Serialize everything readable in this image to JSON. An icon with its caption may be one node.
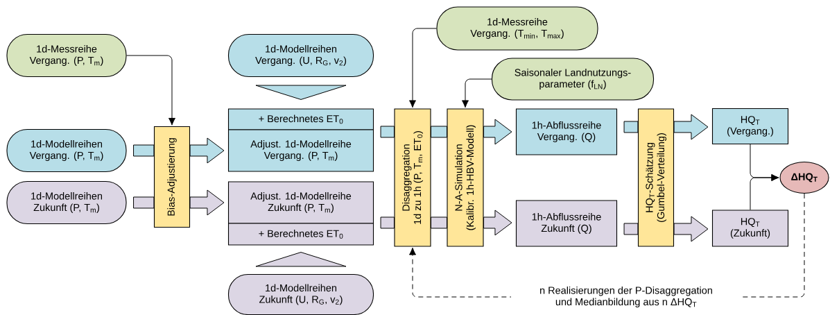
{
  "diagram": {
    "nodes": [
      {
        "text": [
          "1d-Messreihe Vergang. (P, T$_{m}$)"
        ]
      },
      {
        "text": [
          "1d-Modellreihen Vergang. (P, T$_{m}$)"
        ]
      },
      {
        "text": [
          "1d-Modellreihen Zukunft (P, T$_{m}$)"
        ]
      },
      {
        "text": [
          "Bias-Adjustierung"
        ]
      },
      {
        "text": [
          "1d-Modellreihen Vergang. (U, R$_{G}$, v$_{2}$)"
        ]
      },
      {
        "text": [
          "+ Berechnetes ET$_{0}$"
        ]
      },
      {
        "text": [
          "Adjust. 1d-Modellreihe Vergang. (P, T$_{m}$)"
        ]
      },
      {
        "text": [
          "Adjust. 1d-Modellreihe Zukunft (P, T$_{m}$)"
        ]
      },
      {
        "text": [
          "+ Berechnetes ET$_{0}$"
        ]
      },
      {
        "text": [
          "1d-Modellreihen Zukunft (U, R$_{G}$, v$_{2}$)"
        ]
      },
      {
        "text": [
          "1d-Messreihe Vergang. (T$_{min}$, T$_{max}$)"
        ]
      },
      {
        "text": [
          "Saisonaler Landnutzungs- parameter (f$_{LN}$)"
        ]
      },
      {
        "text": [
          "Disaggregation 1d zu 1h (P, T$_{m}$, ET$_{0}$)"
        ]
      },
      {
        "text": [
          "N-A-Simulation (Kalibr. 1h-HBV-Modell)"
        ]
      },
      {
        "text": [
          "1h-Abflussreihe Vergang. (Q)"
        ]
      },
      {
        "text": [
          "1h-Abflussreihe Zukunft (Q)"
        ]
      },
      {
        "text": [
          "HQ$_{T}$-Schätzung (Gumbel-Verteilung)"
        ]
      },
      {
        "text": [
          "HQ$_{T}$ (Vergang.)"
        ]
      },
      {
        "text": [
          "HQ$_{T}$ (Zukunft)"
        ]
      },
      {
        "text": [
          "ΔHQ$_{T}$"
        ]
      }
    ],
    "edges": [
      {
        "from": 0,
        "to": 3,
        "arrow": "to"
      },
      {
        "from": 1,
        "to": 3,
        "arrow": "none",
        "style": "thick",
        "color": "#b7dee8"
      },
      {
        "from": 2,
        "to": 3,
        "arrow": "none",
        "style": "thick",
        "color": "#dcd6e4"
      },
      {
        "from": 3,
        "to": 6,
        "arrow": "to",
        "style": "thick",
        "color": "#b7dee8"
      },
      {
        "from": 3,
        "to": 7,
        "arrow": "to",
        "style": "thick",
        "color": "#dcd6e4"
      },
      {
        "from": 4,
        "to": 5,
        "arrow": "to",
        "style": "thick",
        "color": "#b7dee8"
      },
      {
        "from": 9,
        "to": 8,
        "arrow": "to",
        "style": "thick",
        "color": "#dcd6e4"
      },
      {
        "from": 6,
        "to": 12,
        "arrow": "none",
        "style": "thick",
        "color": "#b7dee8"
      },
      {
        "from": 7,
        "to": 12,
        "arrow": "none",
        "style": "thick",
        "color": "#dcd6e4"
      },
      {
        "from": 10,
        "to": 12,
        "arrow": "to"
      },
      {
        "from": 12,
        "to": 13,
        "arrow": "none",
        "style": "thick",
        "color": "#b7dee8"
      },
      {
        "from": 12,
        "to": 13,
        "arrow": "none",
        "style": "thick",
        "color": "#dcd6e4"
      },
      {
        "from": 11,
        "to": 13,
        "arrow": "to"
      },
      {
        "from": 13,
        "to": 14,
        "arrow": "to",
        "style": "thick",
        "color": "#b7dee8"
      },
      {
        "from": 13,
        "to": 15,
        "arrow": "to",
        "style": "thick",
        "color": "#dcd6e4"
      },
      {
        "from": 14,
        "to": 16,
        "arrow": "none",
        "style": "thick",
        "color": "#b7dee8"
      },
      {
        "from": 15,
        "to": 16,
        "arrow": "none",
        "style": "thick",
        "color": "#dcd6e4"
      },
      {
        "from": 16,
        "to": 17,
        "arrow": "to",
        "style": "thick",
        "color": "#b7dee8"
      },
      {
        "from": 16,
        "to": 18,
        "arrow": "to",
        "style": "thick",
        "color": "#dcd6e4"
      },
      {
        "from": 17,
        "to": 19,
        "arrow": "to"
      },
      {
        "from": 18,
        "to": 19,
        "arrow": "to"
      },
      {
        "from": 19,
        "to": 12,
        "arrow": "to",
        "style": "dashed",
        "label": "n Realisierungen der P-Disaggregation und Medianbildung aus n ΔHQ$_{T}$"
      }
    ]
  }
}
